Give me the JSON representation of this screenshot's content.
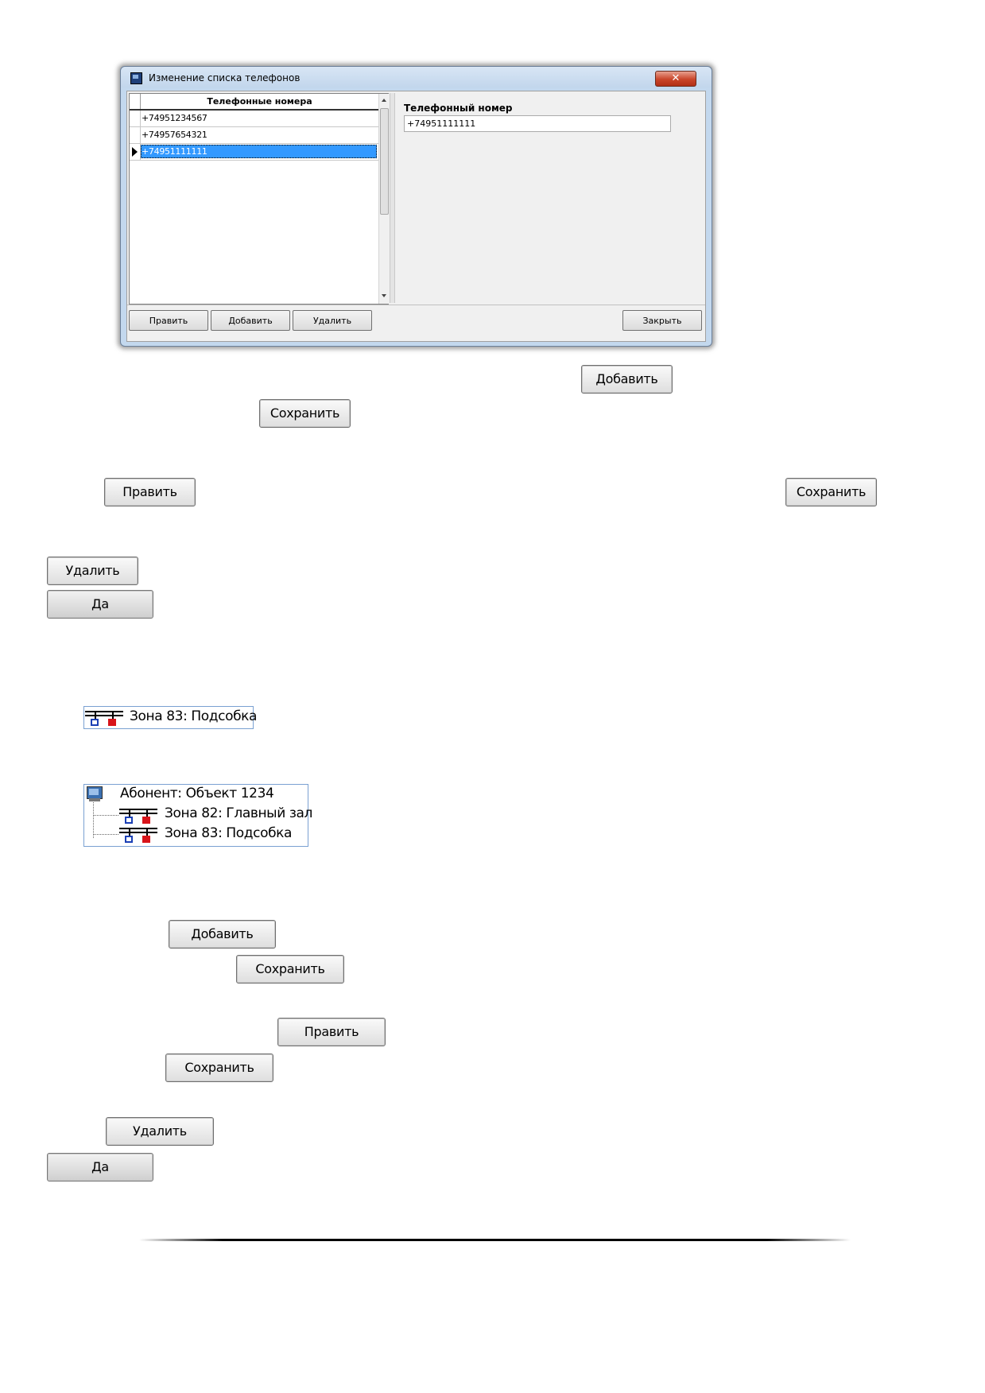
{
  "dialog": {
    "title": "Изменение списка телефонов",
    "close_glyph": "✕",
    "grid": {
      "header": "Телефонные номера",
      "rows": [
        "+74951234567",
        "+74957654321",
        "+74951111111"
      ],
      "selected_index": 2
    },
    "field_label": "Телефонный номер",
    "field_value": "+74951111111",
    "buttons": {
      "edit": "Править",
      "add": "Добавить",
      "delete": "Удалить",
      "close": "Закрыть"
    }
  },
  "standalone_buttons": {
    "add_1": "Добавить",
    "save_1": "Сохранить",
    "edit_1": "Править",
    "save_2": "Сохранить",
    "delete_1": "Удалить",
    "yes_1": "Да",
    "add_2": "Добавить",
    "save_3": "Сохранить",
    "edit_2": "Править",
    "save_4": "Сохранить",
    "delete_2": "Удалить",
    "yes_2": "Да"
  },
  "zone_single": {
    "label": "Зона 83: Подсобка",
    "icon": "zone-icon"
  },
  "tree": {
    "root": {
      "label": "Абонент: Объект 1234",
      "icon": "monitor-icon"
    },
    "children": [
      {
        "label": "Зона 82: Главный зал",
        "icon": "zone-icon"
      },
      {
        "label": "Зона 83: Подсобка",
        "icon": "zone-icon"
      }
    ]
  },
  "colors": {
    "selection": "#3399ff",
    "window_frame": "#c3d8ee",
    "close_button": "#c9452a"
  }
}
